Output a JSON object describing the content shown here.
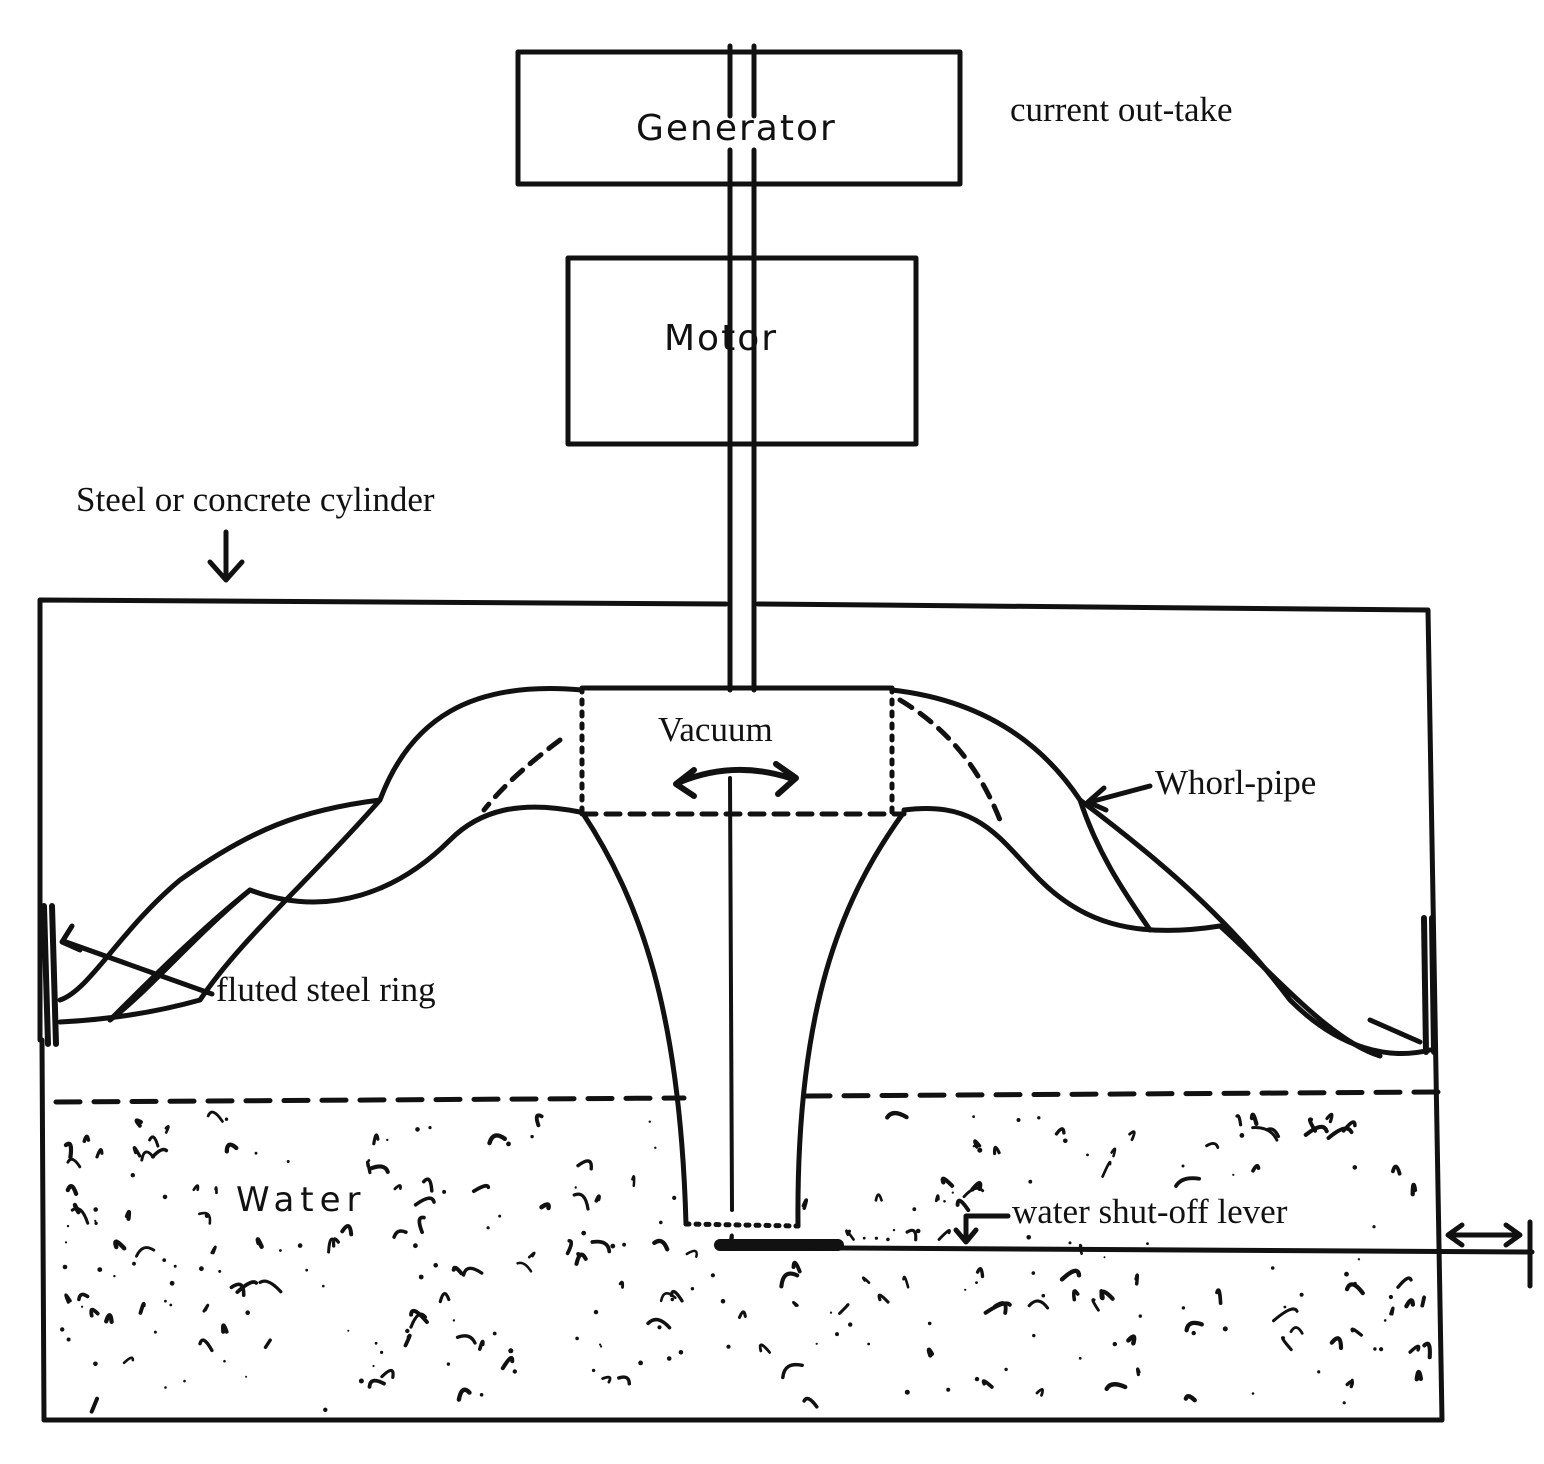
{
  "labels": {
    "generator": "Generator",
    "motor": "Motor",
    "current_out_take": "current out-take",
    "cylinder": "Steel or concrete cylinder",
    "vacuum": "Vacuum",
    "whorl_pipe": "Whorl-pipe",
    "fluted_ring": "fluted steel ring",
    "water": "Water",
    "shutoff_lever": "water shut-off lever"
  },
  "colors": {
    "ink": "#111111",
    "paper": "#ffffff"
  }
}
